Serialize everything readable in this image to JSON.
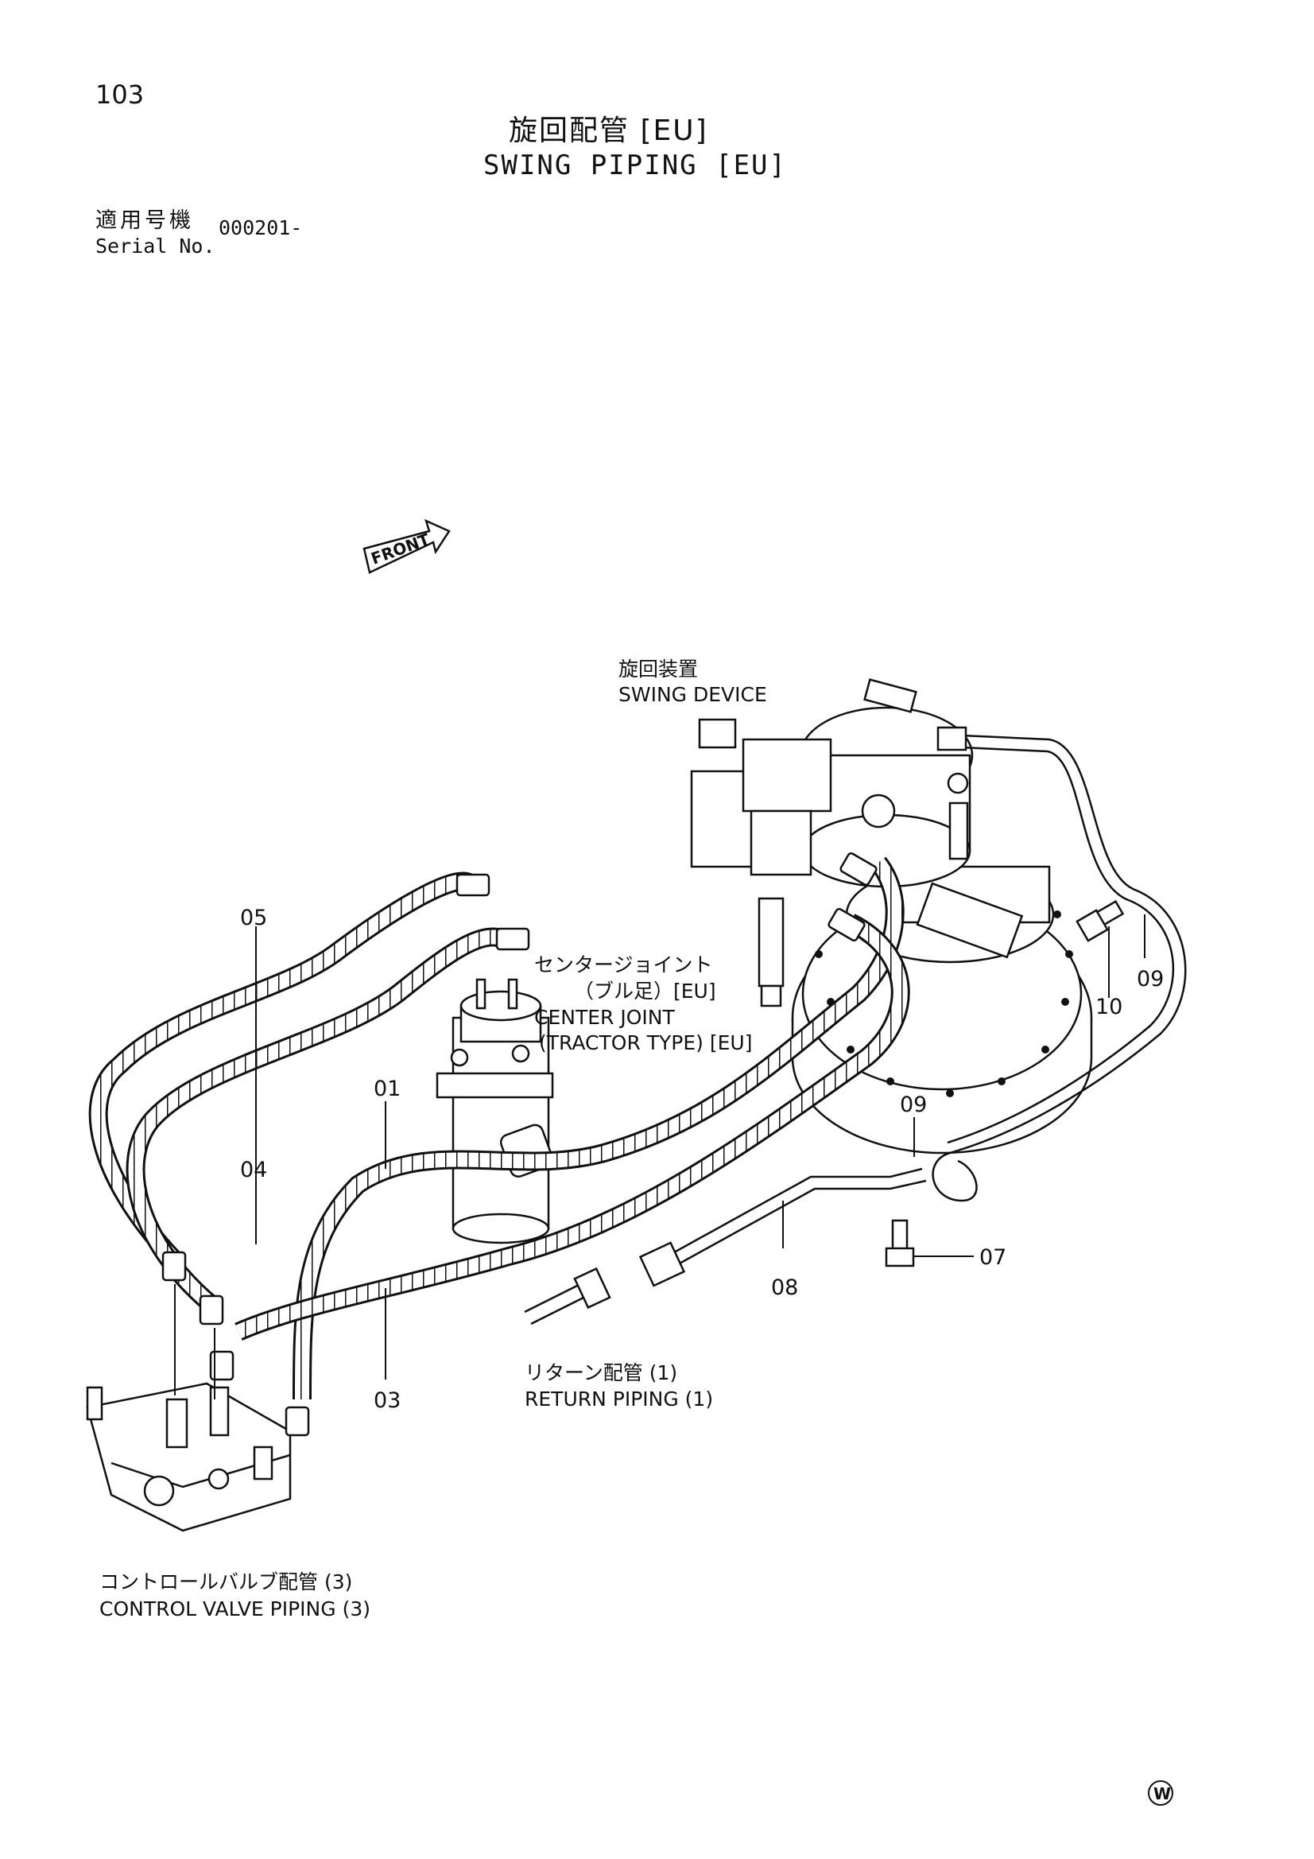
{
  "page": {
    "number": "103",
    "title_ja": "旋回配管 [EU]",
    "title_en": "SWING PIPING [EU]",
    "serial_label_ja": "適用号機",
    "serial_label_en": "Serial No.",
    "serial_value": "000201-",
    "front_label": "FRONT",
    "mark": "W"
  },
  "components": {
    "swing_device": {
      "ja": "旋回装置",
      "en": "SWING DEVICE"
    },
    "center_joint": {
      "ja": "センタージョイント",
      "ja2": "（ブル足）[EU]",
      "en": "CENTER JOINT",
      "en2": "(TRACTOR TYPE) [EU]"
    },
    "return_piping": {
      "ja": "リターン配管 (1)",
      "en": "RETURN PIPING (1)"
    },
    "control_valve": {
      "ja": "コントロールバルブ配管 (3)",
      "en": "CONTROL VALVE PIPING (3)"
    }
  },
  "callouts": {
    "p01": "01",
    "p03": "03",
    "p04": "04",
    "p05": "05",
    "p07": "07",
    "p08": "08",
    "p09a": "09",
    "p09b": "09",
    "p10": "10"
  }
}
